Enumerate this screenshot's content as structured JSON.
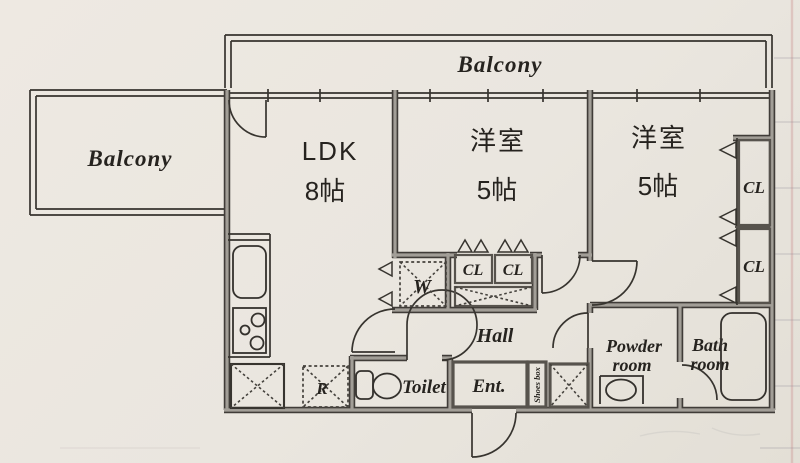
{
  "theme": {
    "paper": "#eae6df",
    "wall": "#403c38",
    "wallfill": "#a29e97",
    "line": "#37342f",
    "text": "#26231f"
  },
  "labels": {
    "balcony_top": "Balcony",
    "balcony_left": "Balcony",
    "ldk": {
      "name": "LDK",
      "size": "8帖"
    },
    "bedroom_mid": {
      "name": "洋室",
      "size": "5帖"
    },
    "bedroom_right": {
      "name": "洋室",
      "size": "5帖"
    },
    "hall": "Hall",
    "toilet": "Toilet",
    "entrance": "Ent.",
    "shoes_box": "Shoes box",
    "powder_room": {
      "line1": "Powder",
      "line2": "room"
    },
    "bath_room": {
      "line1": "Bath",
      "line2": "room"
    },
    "closet_mid_left": "CL",
    "closet_mid_right": "CL",
    "closet_right_upper": "CL",
    "closet_right_lower": "CL",
    "washer": "W",
    "refrigerator": "R"
  }
}
